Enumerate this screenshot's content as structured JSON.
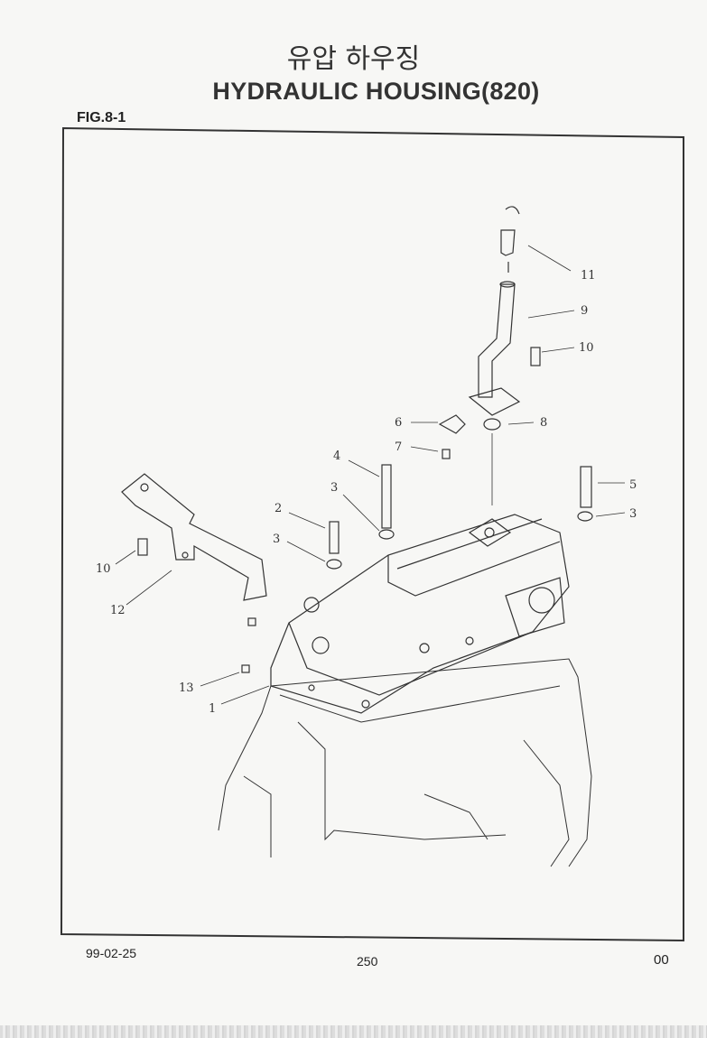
{
  "header": {
    "title_korean": "유압 하우징",
    "title_english": "HYDRAULIC HOUSING(820)",
    "figure_label": "FIG.8-1"
  },
  "diagram": {
    "callouts": [
      "11",
      "9",
      "10",
      "6",
      "8",
      "7",
      "4",
      "5",
      "3",
      "2",
      "3",
      "3",
      "10",
      "12",
      "13",
      "1"
    ]
  },
  "footer": {
    "date": "99-02-25",
    "page_number": "250",
    "revision": "00"
  }
}
